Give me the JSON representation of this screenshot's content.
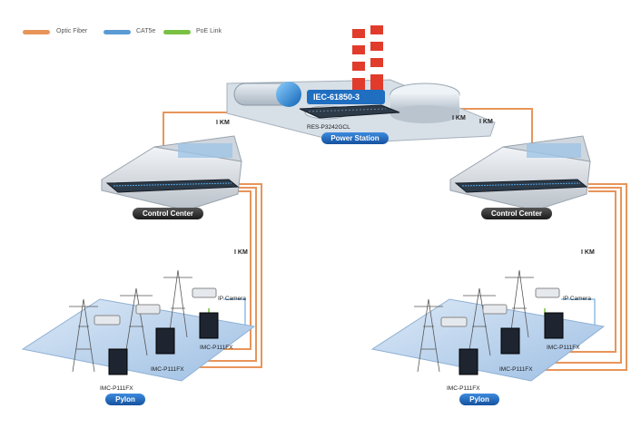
{
  "legend": {
    "optic_fiber": "Optic Fiber",
    "cat5e": "CAT5e",
    "poe_link": "PoE Link",
    "colors": {
      "optic_fiber": "#e8955a",
      "cat5e": "#5b9bd5",
      "poe_link": "#7ac143"
    }
  },
  "power_station": {
    "protocol": "IEC-61850-3",
    "switch_model": "RES-P3242GCL",
    "label": "Power Station"
  },
  "links": {
    "left_top": "I KM",
    "right_top_a": "I KM",
    "right_top_b": "I KM",
    "left_vertical": "I KM",
    "right_vertical": "I KM"
  },
  "left_site": {
    "control_center": "Control Center",
    "pylon": "Pylon",
    "ip_camera": "IP Camera",
    "converters": [
      "IMC-P111FX",
      "IMC-P111FX",
      "IMC-P111FX"
    ]
  },
  "right_site": {
    "control_center": "Control Center",
    "pylon": "Pylon",
    "ip_camera": "IP Camera",
    "converters": [
      "IMC-P111FX",
      "IMC-P111FX",
      "IMC-P111FX"
    ]
  },
  "colors": {
    "label_dark": "#222222",
    "label_blue": "#1f6ec0",
    "ground": "#b9d3ee"
  }
}
